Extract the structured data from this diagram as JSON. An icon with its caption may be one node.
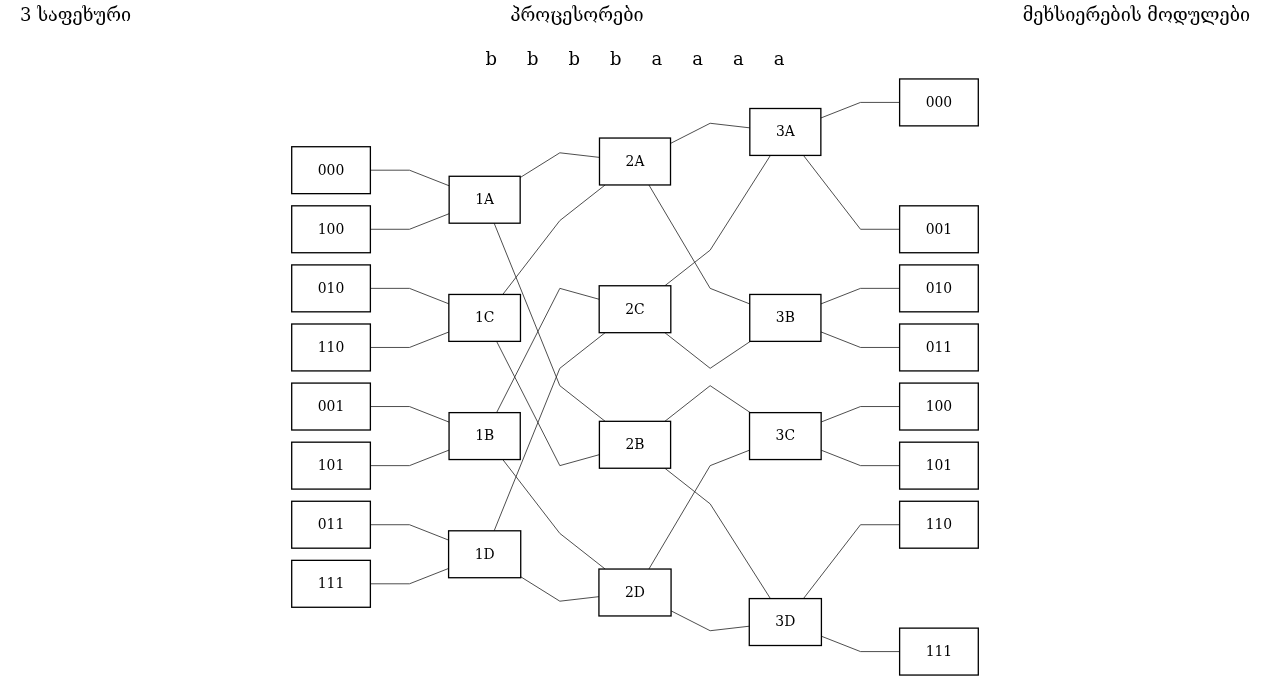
{
  "diagram": {
    "nodes": [
      {
        "text": [
          "000"
        ]
      },
      {
        "text": [
          "001"
        ]
      },
      {
        "text": [
          "010"
        ]
      },
      {
        "text": [
          "011"
        ]
      },
      {
        "text": [
          "100"
        ]
      },
      {
        "text": [
          "101"
        ]
      },
      {
        "text": [
          "110"
        ]
      },
      {
        "text": [
          "111"
        ]
      },
      {
        "text": [
          "1A"
        ]
      },
      {
        "text": [
          "1B"
        ]
      },
      {
        "text": [
          "1C"
        ]
      },
      {
        "text": [
          "1D"
        ]
      },
      {
        "text": [
          "2A"
        ]
      },
      {
        "text": [
          "2B"
        ]
      },
      {
        "text": [
          "2C"
        ]
      },
      {
        "text": [
          "2D"
        ]
      },
      {
        "text": [
          "3A"
        ]
      },
      {
        "text": [
          "3B"
        ]
      },
      {
        "text": [
          "3C"
        ]
      },
      {
        "text": [
          "3D"
        ]
      },
      {
        "text": [
          "000"
        ]
      },
      {
        "text": [
          "001"
        ]
      },
      {
        "text": [
          "010"
        ]
      },
      {
        "text": [
          "011"
        ]
      },
      {
        "text": [
          "100"
        ]
      },
      {
        "text": [
          "101"
        ]
      },
      {
        "text": [
          "110"
        ]
      },
      {
        "text": [
          "111"
        ]
      }
    ],
    "edges": [
      {
        "from": 0,
        "to": 8,
        "arrow": "none"
      },
      {
        "from": 1,
        "to": 9,
        "arrow": "none"
      },
      {
        "from": 2,
        "to": 10,
        "arrow": "none"
      },
      {
        "from": 3,
        "to": 11,
        "arrow": "none"
      },
      {
        "from": 4,
        "to": 8,
        "arrow": "none"
      },
      {
        "from": 5,
        "to": 9,
        "arrow": "none"
      },
      {
        "from": 6,
        "to": 10,
        "arrow": "none"
      },
      {
        "from": 7,
        "to": 11,
        "arrow": "none"
      },
      {
        "from": 8,
        "to": 12,
        "arrow": "none"
      },
      {
        "from": 8,
        "to": 13,
        "arrow": "none"
      },
      {
        "from": 9,
        "to": 14,
        "arrow": "none"
      },
      {
        "from": 9,
        "to": 15,
        "arrow": "none"
      },
      {
        "from": 10,
        "to": 12,
        "arrow": "none"
      },
      {
        "from": 10,
        "to": 13,
        "arrow": "none"
      },
      {
        "from": 11,
        "to": 14,
        "arrow": "none"
      },
      {
        "from": 11,
        "to": 15,
        "arrow": "none"
      },
      {
        "from": 12,
        "to": 16,
        "arrow": "none"
      },
      {
        "from": 12,
        "to": 17,
        "arrow": "none"
      },
      {
        "from": 13,
        "to": 18,
        "arrow": "none"
      },
      {
        "from": 13,
        "to": 19,
        "arrow": "none"
      },
      {
        "from": 14,
        "to": 16,
        "arrow": "none"
      },
      {
        "from": 14,
        "to": 17,
        "arrow": "none"
      },
      {
        "from": 15,
        "to": 18,
        "arrow": "none"
      },
      {
        "from": 15,
        "to": 19,
        "arrow": "none"
      },
      {
        "from": 16,
        "to": 20,
        "arrow": "none"
      },
      {
        "from": 16,
        "to": 21,
        "arrow": "none"
      },
      {
        "from": 17,
        "to": 22,
        "arrow": "none"
      },
      {
        "from": 17,
        "to": 23,
        "arrow": "none"
      },
      {
        "from": 18,
        "to": 24,
        "arrow": "none"
      },
      {
        "from": 18,
        "to": 25,
        "arrow": "none"
      },
      {
        "from": 19,
        "to": 26,
        "arrow": "none"
      },
      {
        "from": 19,
        "to": 27,
        "arrow": "none"
      }
    ],
    "labels": [
      "3 საფეხური",
      "პროცესორები",
      "მეხსიერების მოდულები",
      "b",
      "b",
      "b",
      "b",
      "a",
      "a",
      "a",
      "a"
    ]
  }
}
